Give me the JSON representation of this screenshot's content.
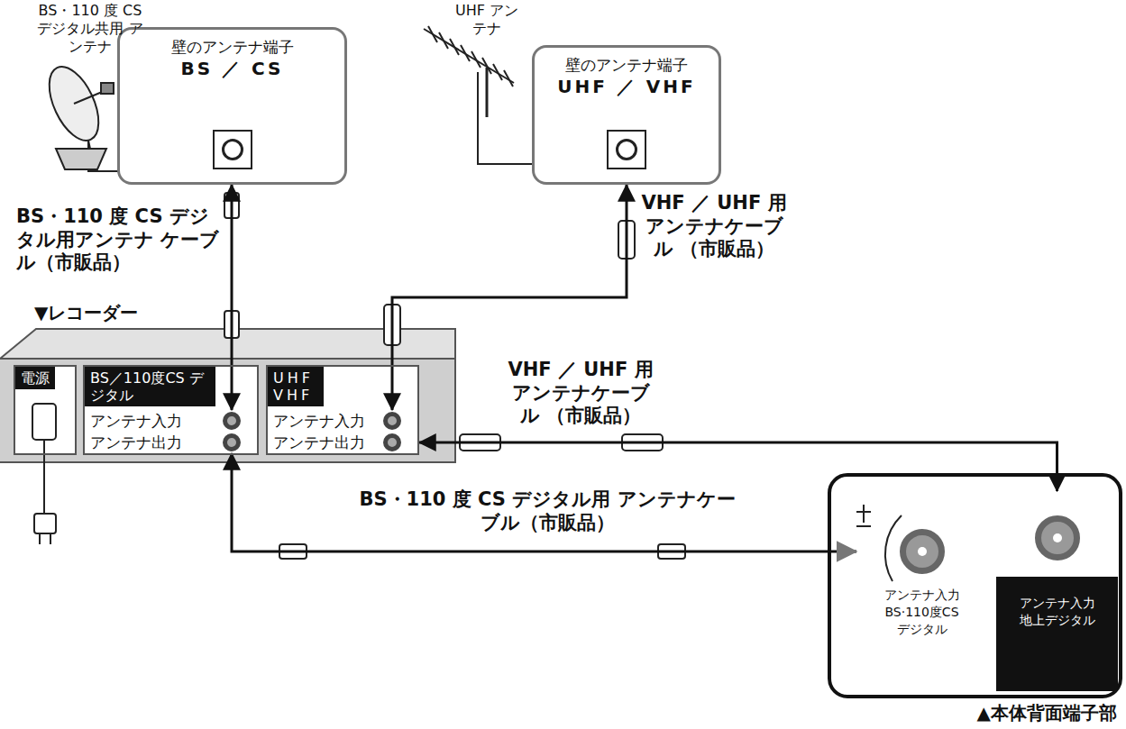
{
  "diagram": {
    "nodes": [
      {
        "text": [
          "壁のアンテナ端子",
          "BS ／ CS"
        ]
      },
      {
        "text": [
          "壁のアンテナ端子",
          "UHF ／ VHF"
        ]
      },
      {
        "text": [
          "▼レコーダー"
        ]
      },
      {
        "text": [
          "電源"
        ],
        "in": 2
      },
      {
        "text": [
          "BS／110度CS デジタル"
        ],
        "in": 2
      },
      {
        "text": [
          "アンテナ入力"
        ],
        "in": 4
      },
      {
        "text": [
          "アンテナ出力"
        ],
        "in": 4
      },
      {
        "text": [
          "UHF VHF"
        ],
        "in": 2
      },
      {
        "text": [
          "アンテナ入力"
        ],
        "in": 7
      },
      {
        "text": [
          "アンテナ出力"
        ],
        "in": 7
      },
      {
        "text": [
          "▲本体背面端子部"
        ]
      },
      {
        "text": [
          "アンテナ入力 BS·110度CS デジタル"
        ],
        "in": 10
      },
      {
        "text": [
          "アンテナ入力 地上デジタル"
        ],
        "in": 10
      }
    ],
    "edges": [
      {
        "from": 5,
        "to": 0,
        "arrow": "both",
        "label": "BS・110 度 CS デジタル用アンテナ ケーブル（市販品）"
      },
      {
        "from": 8,
        "to": 1,
        "arrow": "both",
        "label": "VHF ／ UHF 用 アンテナケーブル （市販品）"
      },
      {
        "from": 9,
        "to": 12,
        "arrow": "both",
        "label": "VHF ／ UHF 用 アンテナケーブル （市販品）"
      },
      {
        "from": 6,
        "to": 11,
        "arrow": "both",
        "label": "BS・110 度 CS デジタル用 アンテナケーブル（市販品）"
      }
    ],
    "labels": [
      "BS・110 度 CS デジタル共用 アンテナ",
      "UHF アンテナ"
    ]
  }
}
